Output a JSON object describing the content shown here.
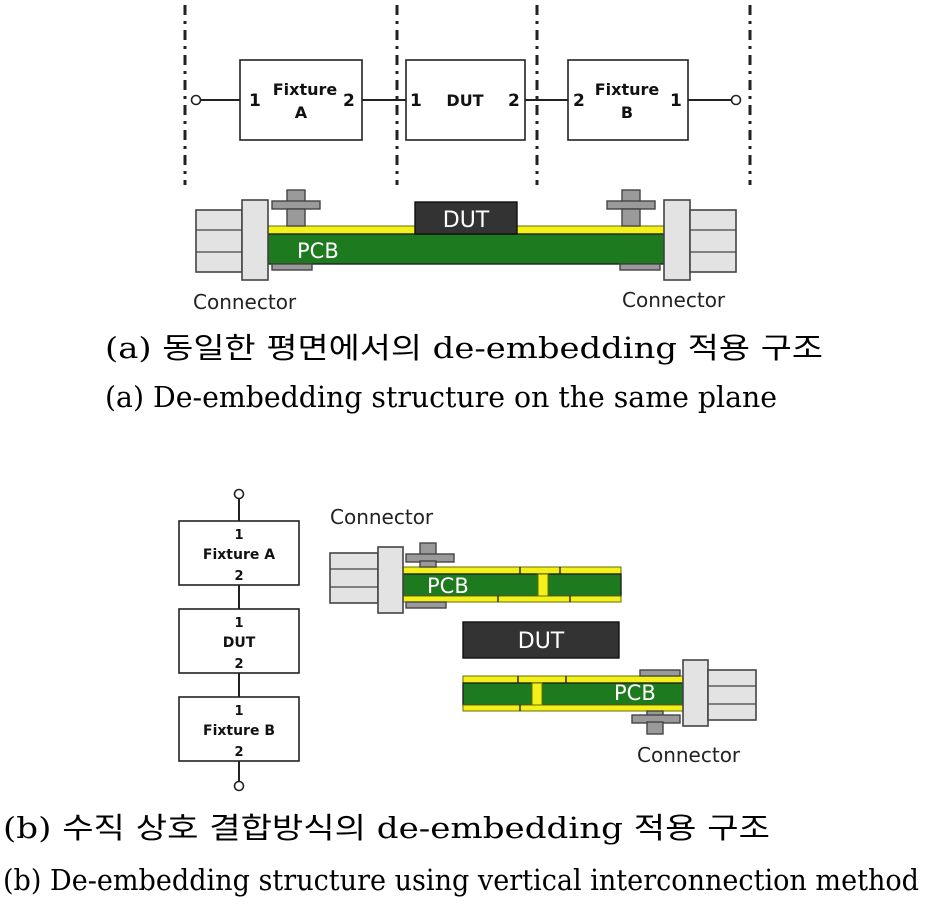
{
  "diagram_a": {
    "block_fixture_a": {
      "name_line1": "Fixture",
      "name_line2": "A",
      "port_left": "1",
      "port_right": "2"
    },
    "block_dut": {
      "name": "DUT",
      "port_left": "1",
      "port_right": "2"
    },
    "block_fixture_b": {
      "name_line1": "Fixture",
      "name_line2": "B",
      "port_left": "2",
      "port_right": "1"
    },
    "pcb_label": "PCB",
    "dut_label": "DUT",
    "connector_left": "Connector",
    "connector_right": "Connector"
  },
  "caption_a": {
    "korean": "(a) 동일한 평면에서의 de-embedding 적용 구조",
    "english": "(a) De-embedding structure on the same plane"
  },
  "diagram_b": {
    "block_fixture_a": {
      "port_top": "1",
      "name": "Fixture A",
      "port_bottom": "2"
    },
    "block_dut": {
      "port_top": "1",
      "name": "DUT",
      "port_bottom": "2"
    },
    "block_fixture_b": {
      "port_top": "1",
      "name": "Fixture B",
      "port_bottom": "2"
    },
    "connector_top": "Connector",
    "connector_bottom": "Connector",
    "pcb_top_label": "PCB",
    "pcb_bottom_label": "PCB",
    "dut_label": "DUT"
  },
  "caption_b": {
    "korean": "(b) 수직 상호 결합방식의 de-embedding 적용 구조",
    "english": "(b) De-embedding structure using vertical interconnection method"
  },
  "colors": {
    "pcb_green": "#1e7a1e",
    "copper_yellow": "#f2f21a",
    "dut_dark": "#333333",
    "connector_gray": "#e3e3e3"
  }
}
